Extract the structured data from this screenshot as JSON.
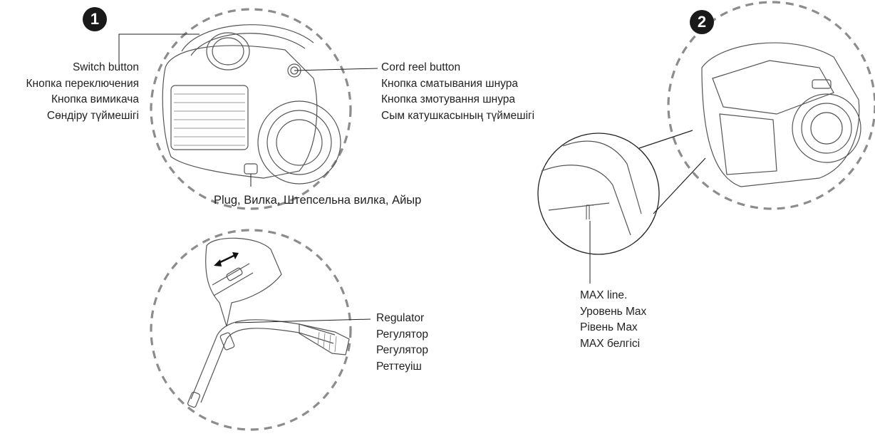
{
  "steps": {
    "one": "1",
    "two": "2"
  },
  "labels": {
    "switch_button": [
      "Switch button",
      "Кнопка переключения",
      "Кнопка вимикача",
      "Сөндіру түймешігі"
    ],
    "cord_reel_button": [
      "Cord reel button",
      "Кнопка сматывания шнура",
      "Кнопка змотування шнура",
      "Сым катушкасының түймешігі"
    ],
    "plug": "Plug, Вилка, Штепсельна вилка, Айыр",
    "regulator": [
      "Regulator",
      "Регулятор",
      "Регулятор",
      "Реттеуіш"
    ],
    "max_line": [
      "MAX line.",
      "Уровень Max",
      "Рівень Max",
      "MAX белгісі"
    ]
  },
  "colors": {
    "badge": "#1a1a1a",
    "dashed_circle": "#8c8c8c",
    "line_art": "#555555"
  }
}
